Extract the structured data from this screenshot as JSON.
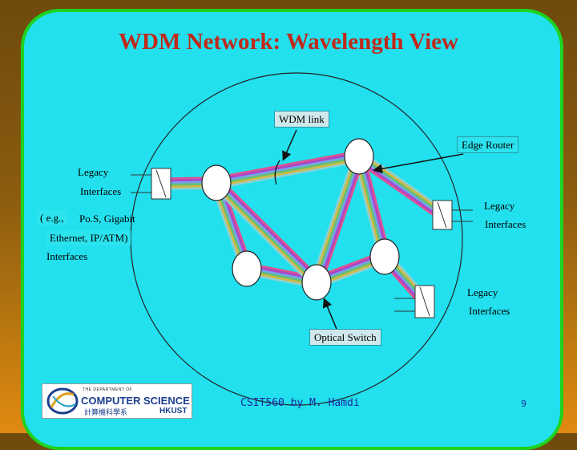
{
  "slide": {
    "title": "WDM Network: Wavelength View",
    "background_color": "#22e0ee",
    "frame_color": "#1ed21e",
    "title_color": "#c0291b"
  },
  "labels": {
    "wdm_link": "WDM link",
    "edge_router": "Edge Router",
    "legacy_left_1": "Legacy",
    "legacy_left_2": "Interfaces",
    "eg_line": "( e.g.,",
    "eg_pos": "Po.S, Gigabit",
    "eg_ethernet": "Ethernet, IP/ATM)",
    "eg_interfaces": "Interfaces",
    "legacy_right_1": "Legacy",
    "legacy_right_2": "Interfaces",
    "legacy_bottom_1": "Legacy",
    "legacy_bottom_2": "Interfaces",
    "optical_switch": "Optical Switch"
  },
  "footer": {
    "logo_line_a": "THE DEPARTMENT OF",
    "logo_line_b": "COMPUTER SCIENCE",
    "logo_line_c": "計算機科學系",
    "logo_line_d": "HKUST",
    "credit": "CSIT560 by M. Hamdi",
    "page_number": "9"
  },
  "wavelength_colors": [
    "#e05090",
    "#b040c8",
    "#7aa0e8",
    "#66c070",
    "#d8b840",
    "#8fd0d0"
  ],
  "icons": {
    "node": "optical-switch-node-icon",
    "interface": "legacy-interface-box-icon"
  }
}
